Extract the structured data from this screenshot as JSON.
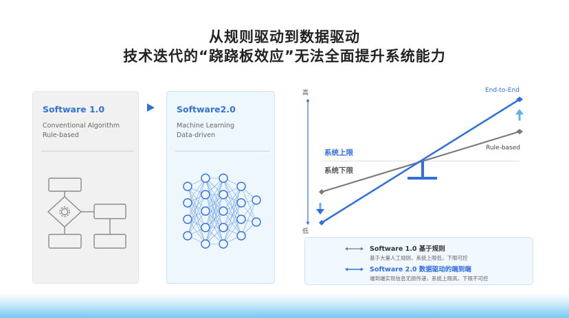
{
  "title": {
    "line1": "从规则驱动到数据驱动",
    "line2": "技术迭代的“跷跷板效应”无法全面提升系统能力"
  },
  "panels": [
    {
      "title": "Software 1.0",
      "subtitle1": "Conventional Algorithm",
      "subtitle2": "Rule-based",
      "icon": "flowchart-icon"
    },
    {
      "title": "Software2.0",
      "subtitle1": "Machine Learning",
      "subtitle2": "Data-driven",
      "icon": "neural-network-icon"
    }
  ],
  "chart": {
    "y_high": "高",
    "y_low": "低",
    "label_end_to_end": "End-to-End",
    "label_rule_based": "Rule-based",
    "label_upper": "系统上限",
    "label_lower": "系统下限",
    "colors": {
      "blue": "#2f6fe0",
      "gray": "#7a7a7a",
      "arrow_light": "#5fb0ee"
    }
  },
  "legend": {
    "row1_main": "Software 1.0 基于规则",
    "row1_sub": "基于大量人工规则，系统上限低，下限可控",
    "row2_main": "Software 2.0 数据驱动的端到端",
    "row2_sub": "端到端实现信息无损传递，系统上限高，下限不可控"
  }
}
